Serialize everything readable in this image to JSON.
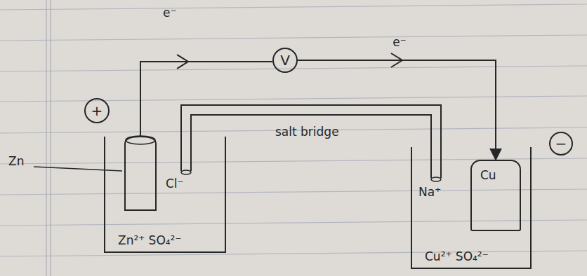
{
  "diagram": {
    "nodes": [
      {
        "text": [
          "V"
        ]
      },
      {
        "text": [
          "+"
        ]
      },
      {
        "text": [
          "Zn²⁺ SO₄²⁻"
        ]
      },
      {
        "text": [
          "Cu²⁺ SO₄²⁻"
        ]
      },
      {
        "text": [
          "Cu"
        ],
        "in": 3
      },
      {
        "text": [
          "−"
        ]
      }
    ],
    "edges": [
      {
        "from": 0,
        "to": 4,
        "arrow": "to",
        "label": "e⁻"
      }
    ],
    "labels": [
      "e⁻",
      "Zn",
      "Cl⁻",
      "salt bridge",
      "Na⁺"
    ]
  }
}
